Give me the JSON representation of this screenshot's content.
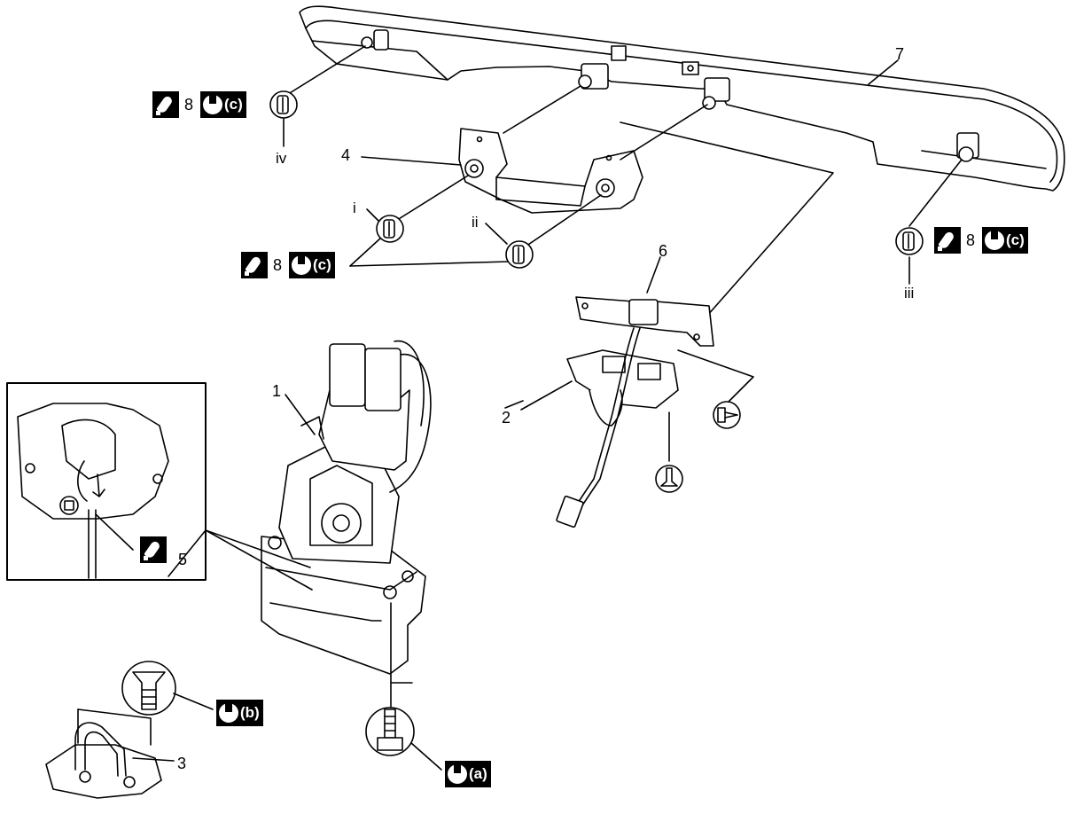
{
  "callouts": {
    "c1": "1",
    "c2": "2",
    "c3": "3",
    "c4": "4",
    "c5": "5",
    "c6": "6",
    "c7": "7",
    "c8a": "8",
    "c8b": "8",
    "c8c": "8"
  },
  "roman": {
    "i": "i",
    "ii": "ii",
    "iii": "iii",
    "iv": "iv"
  },
  "torque_marks": {
    "a": "(a)",
    "b": "(b)",
    "c1": "(c)",
    "c2": "(c)",
    "c3": "(c)"
  },
  "icons": [
    "grease-icon",
    "torque-wrench-icon",
    "bolt-icon",
    "screw-icon",
    "clip-icon"
  ]
}
